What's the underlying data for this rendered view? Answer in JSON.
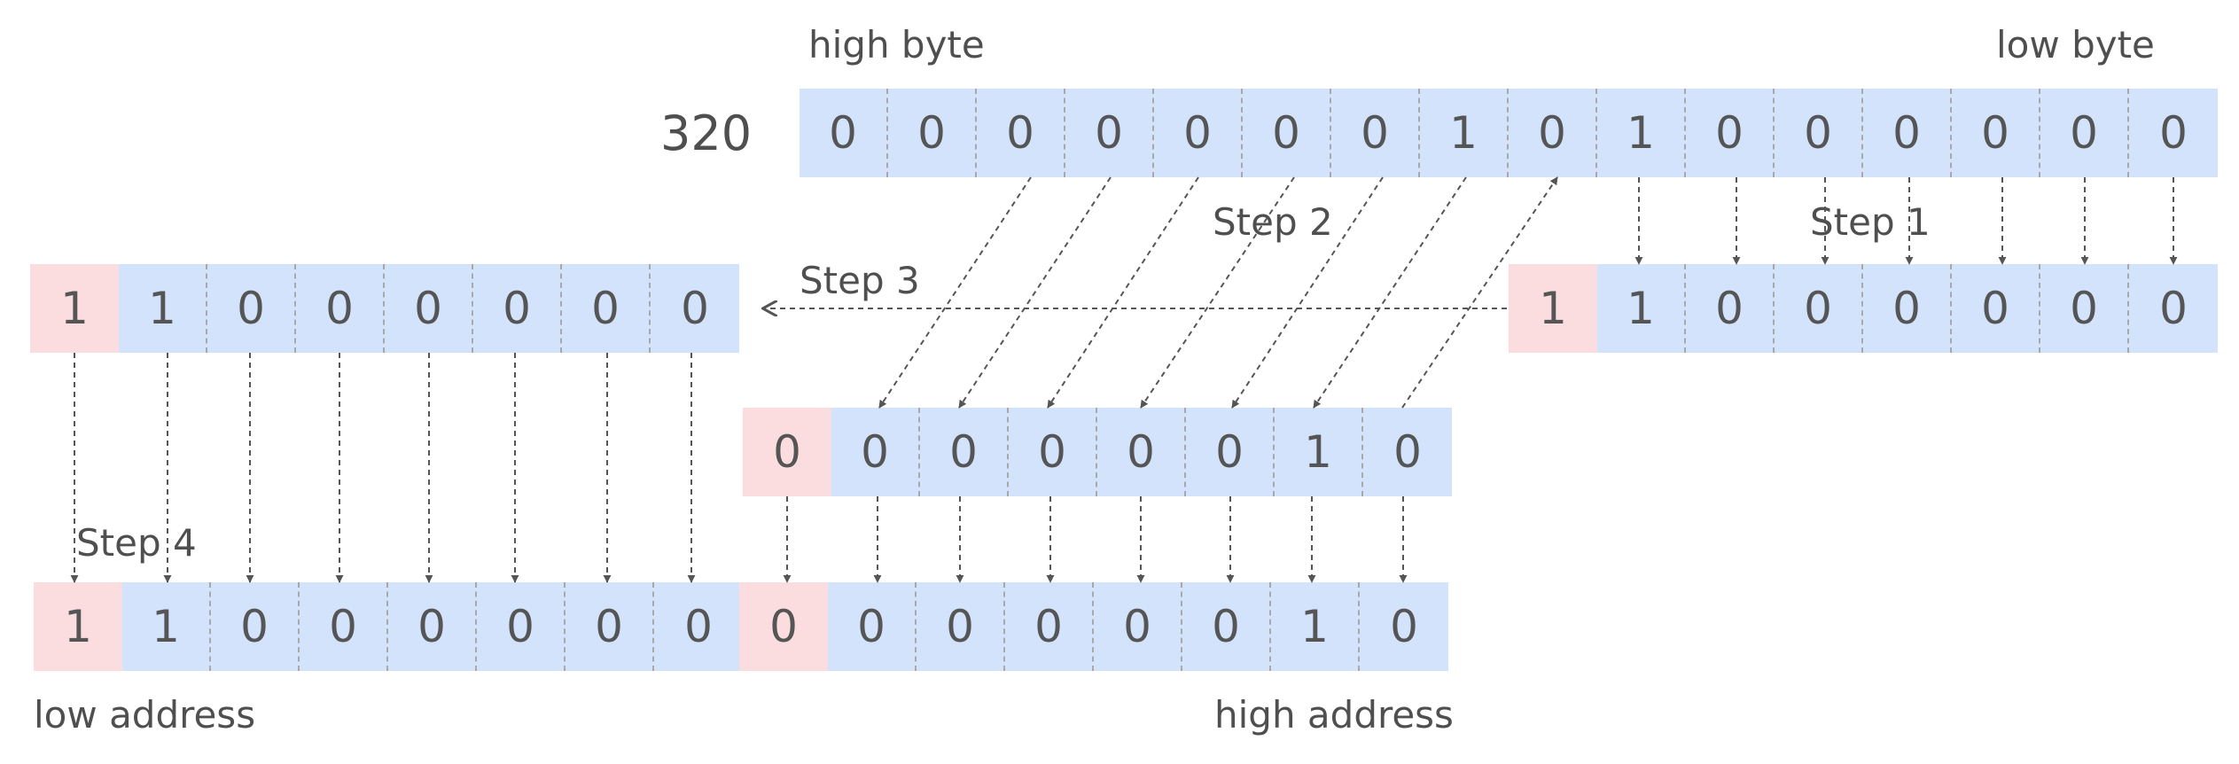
{
  "labels": {
    "high_byte": "high byte",
    "low_byte": "low byte",
    "number": "320",
    "step1": "Step 1",
    "step2": "Step 2",
    "step3": "Step 3",
    "step4": "Step 4",
    "low_address": "low address",
    "high_address": "high address"
  },
  "rows": {
    "top_16bit": [
      "0",
      "0",
      "0",
      "0",
      "0",
      "0",
      "0",
      "1",
      "0",
      "1",
      "0",
      "0",
      "0",
      "0",
      "0",
      "0"
    ],
    "right_byte": [
      "1",
      "1",
      "0",
      "0",
      "0",
      "0",
      "0",
      "0"
    ],
    "left_byte": [
      "1",
      "1",
      "0",
      "0",
      "0",
      "0",
      "0",
      "0"
    ],
    "middle_byte": [
      "0",
      "0",
      "0",
      "0",
      "0",
      "0",
      "1",
      "0"
    ],
    "bottom_low": [
      "1",
      "1",
      "0",
      "0",
      "0",
      "0",
      "0",
      "0"
    ],
    "bottom_high": [
      "0",
      "0",
      "0",
      "0",
      "0",
      "0",
      "1",
      "0"
    ]
  },
  "colors": {
    "cell_blue": "#d3e3fb",
    "cell_pink": "#fcdddf",
    "arrow": "#555555"
  }
}
